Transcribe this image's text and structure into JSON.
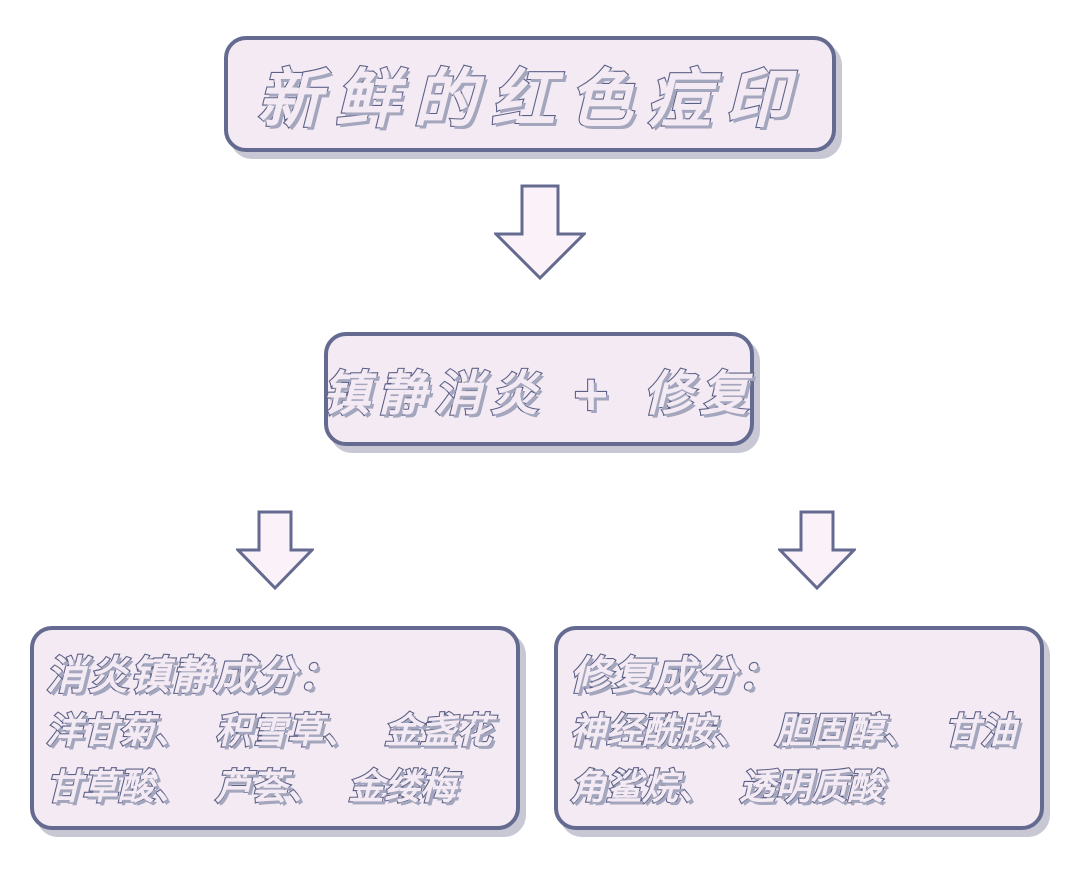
{
  "top": {
    "title": "新鲜的红色痘印"
  },
  "middle": {
    "title": "镇静消炎 + 修复"
  },
  "left_panel": {
    "heading": "消炎镇静成分：",
    "line1": "洋甘菊、  积雪草、  金盏花",
    "line2": "甘草酸、  芦荟、  金缕梅"
  },
  "right_panel": {
    "heading": "修复成分：",
    "line1": "神经酰胺、  胆固醇、  甘油",
    "line2": "角鲨烷、  透明质酸"
  },
  "colors": {
    "box_fill": "#f4eaf4",
    "border": "#646a90",
    "arrow_fill": "#fbf1f8"
  },
  "icons": {
    "arrows": [
      "arrow-down-icon",
      "arrow-down-icon",
      "arrow-down-icon"
    ]
  }
}
